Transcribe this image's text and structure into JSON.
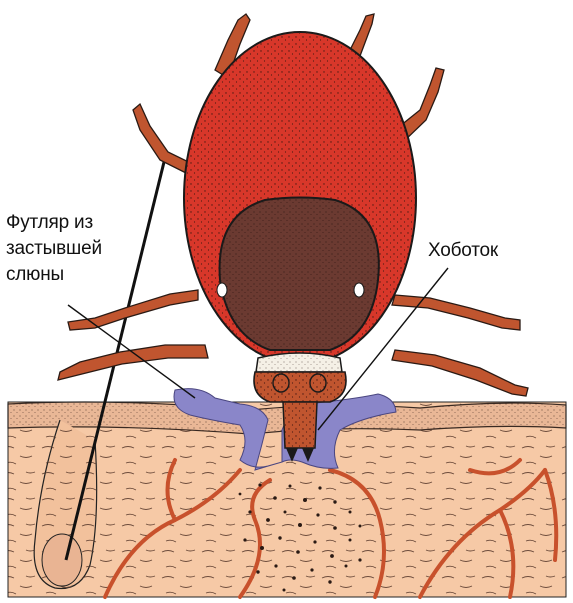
{
  "labels": {
    "saliva_case": [
      "Футляр из",
      "застывшей",
      "слюны"
    ],
    "proboscis": "Хоботок"
  },
  "colors": {
    "tick_body": "#d8372a",
    "tick_shield": "#6b3a31",
    "tick_legs": "#c0552f",
    "skin": "#f6c9a6",
    "skin_top": "#f3d2b5",
    "vessels": "#c8512c",
    "saliva": "#8a86c9",
    "outline": "#1a1a1a"
  }
}
